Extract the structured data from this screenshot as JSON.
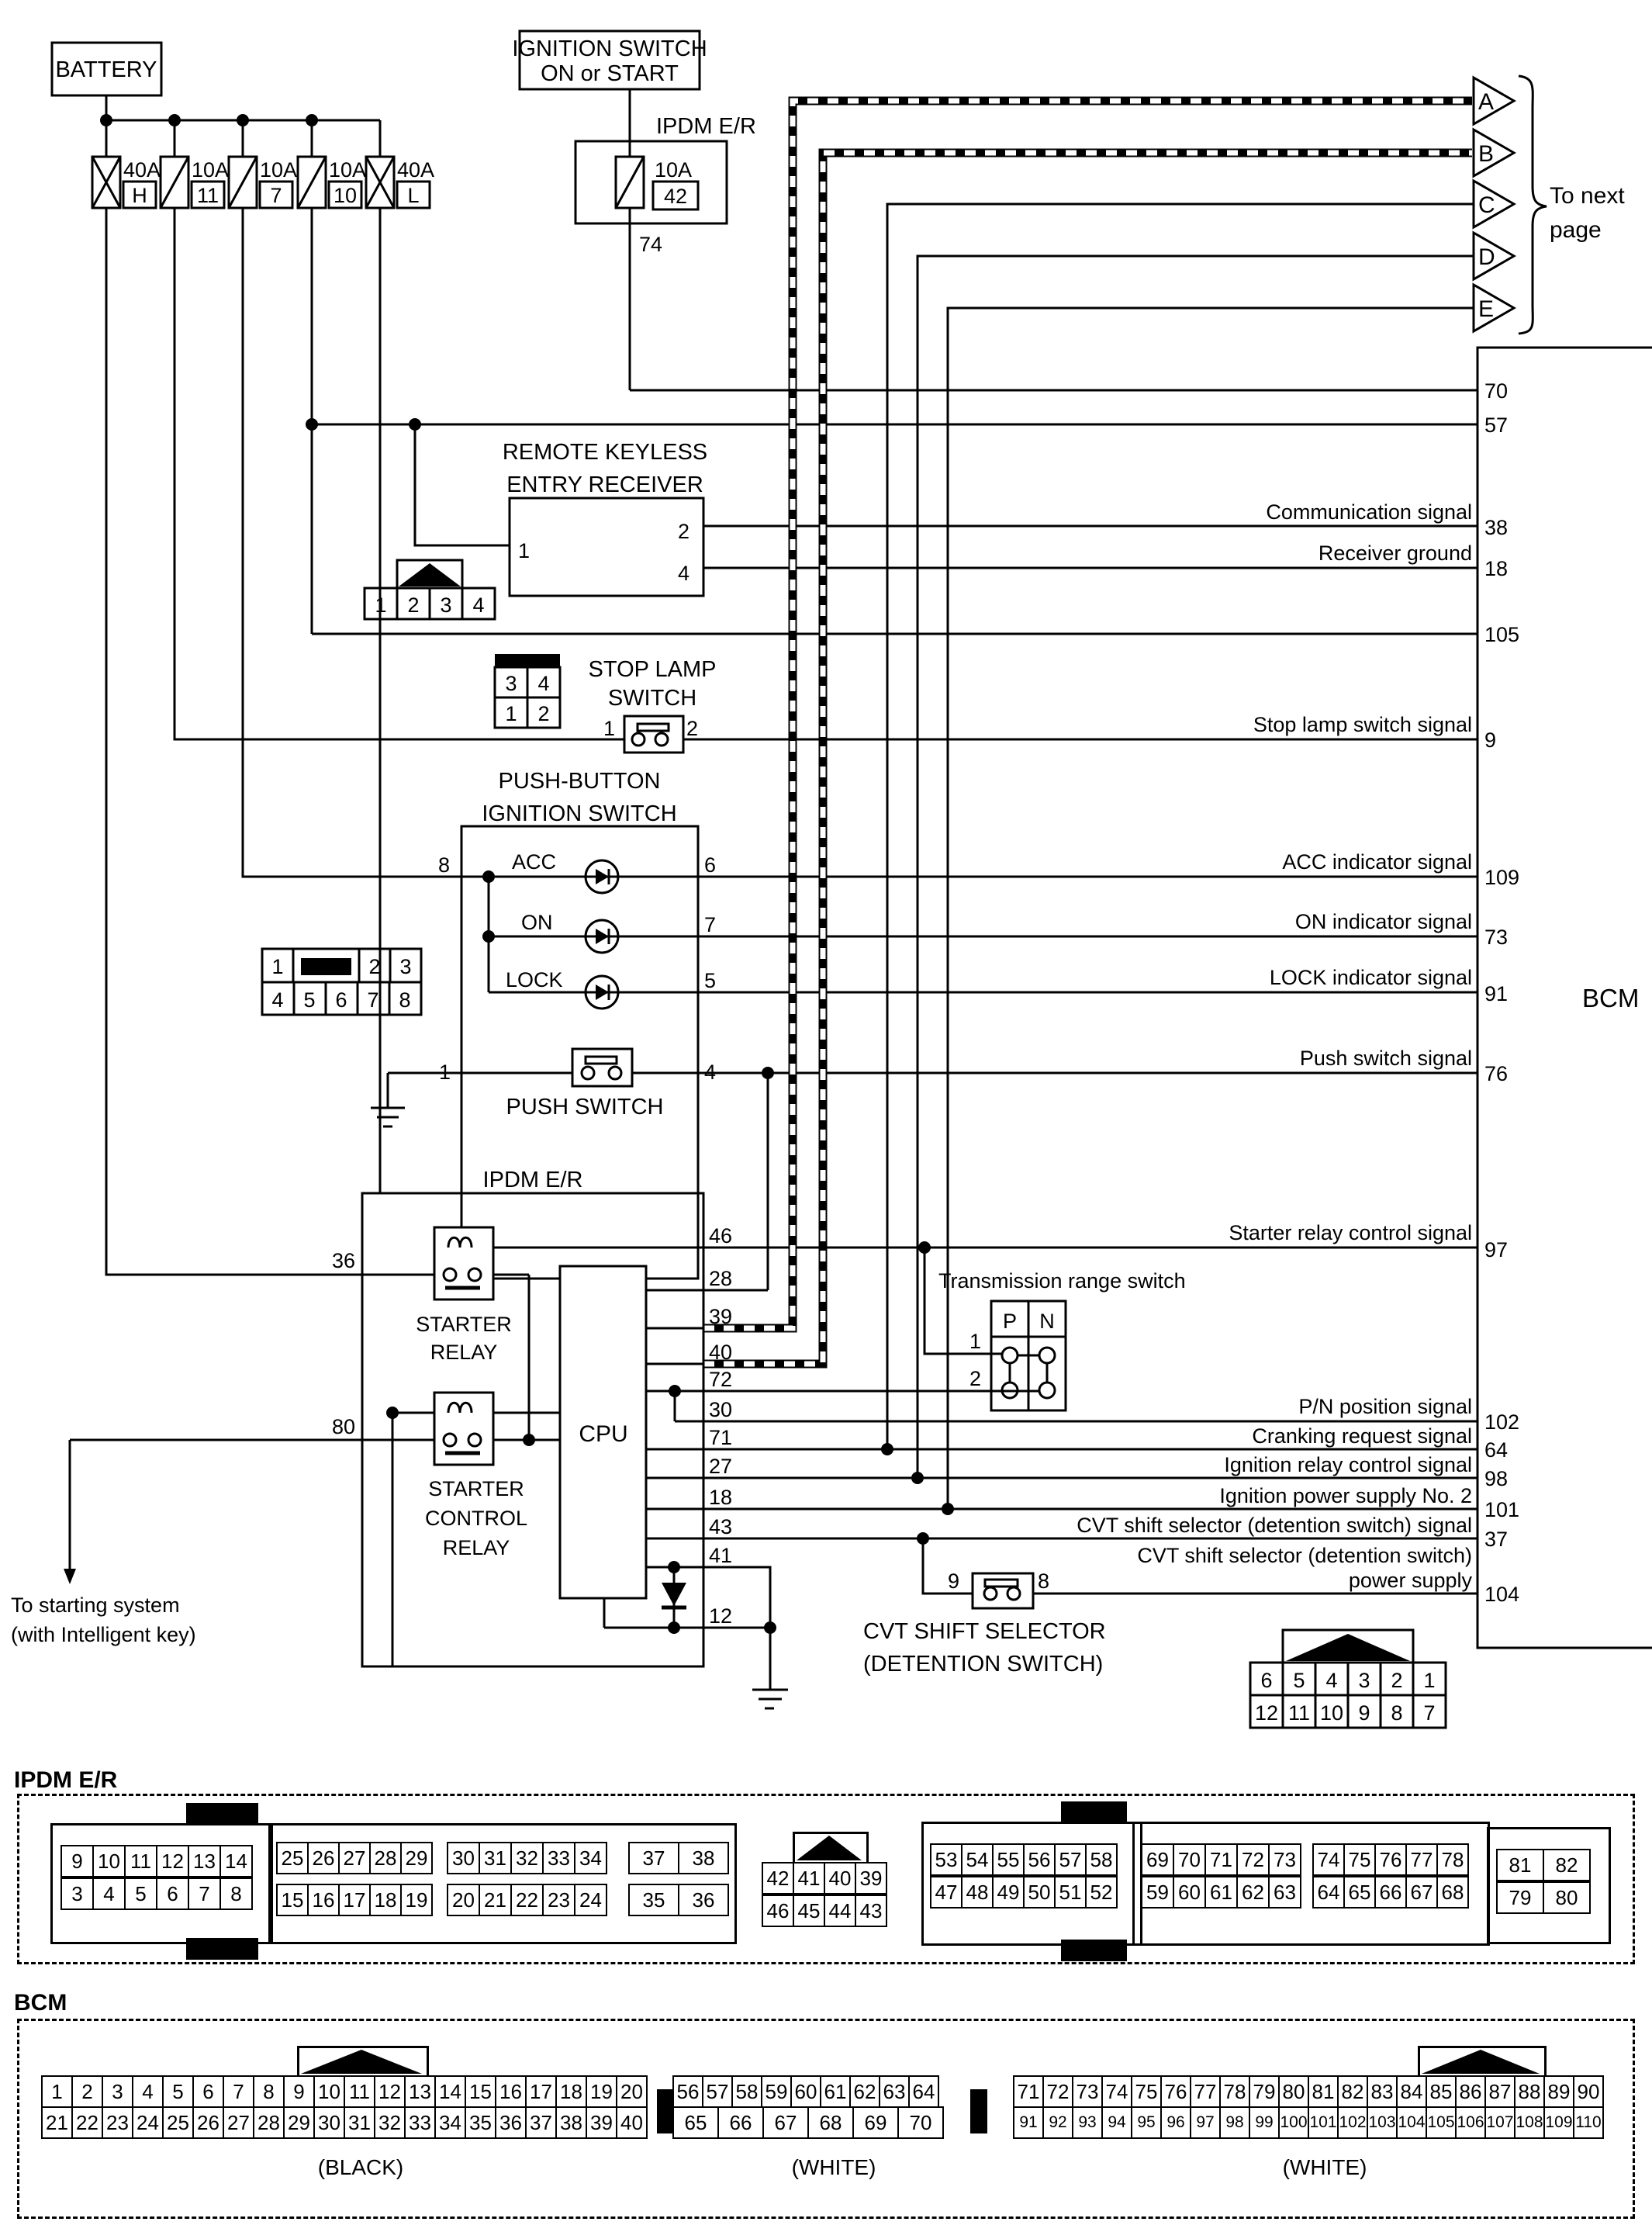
{
  "battery": {
    "label": "BATTERY"
  },
  "ignition_switch": {
    "line1": "IGNITION SWITCH",
    "line2": "ON or START"
  },
  "fuses": {
    "f1_rating": "40A",
    "f1_id": "H",
    "f2_rating": "10A",
    "f2_id": "11",
    "f3_rating": "10A",
    "f3_id": "7",
    "f4_rating": "10A",
    "f4_id": "10",
    "f5_rating": "40A",
    "f5_id": "L",
    "f42_rating": "10A",
    "f42_id": "42",
    "f42_pin": "74"
  },
  "ipdm_top": {
    "label": "IPDM E/R"
  },
  "to_next_page": {
    "line1": "To next",
    "line2": "page",
    "arrow_a": "A",
    "arrow_b": "B",
    "arrow_c": "C",
    "arrow_d": "D",
    "arrow_e": "E"
  },
  "receiver": {
    "title1": "REMOTE KEYLESS",
    "title2": "ENTRY RECEIVER",
    "pin1": "1",
    "pin2": "2",
    "pin4": "4",
    "legend": [
      "1",
      "2",
      "3",
      "4"
    ]
  },
  "stop_lamp": {
    "title1": "STOP LAMP",
    "title2": "SWITCH",
    "pin1": "1",
    "pin2": "2",
    "legend_r1": [
      "3",
      "4"
    ],
    "legend_r2": [
      "1",
      "2"
    ]
  },
  "pbis": {
    "title1": "PUSH-BUTTON",
    "title2": "IGNITION SWITCH",
    "acc": "ACC",
    "on": "ON",
    "lock": "LOCK",
    "push_switch": "PUSH SWITCH",
    "pin8": "8",
    "pin1": "1",
    "pin6": "6",
    "pin7": "7",
    "pin5": "5",
    "pin4": "4",
    "legend_r1": [
      "1",
      "2",
      "3"
    ],
    "legend_r2": [
      "4",
      "5",
      "6",
      "7",
      "8"
    ]
  },
  "ipdm_main": {
    "label": "IPDM E/R",
    "cpu": "CPU",
    "starter_relay1": "STARTER",
    "starter_relay2": "RELAY",
    "ctrl1": "STARTER",
    "ctrl2": "CONTROL",
    "ctrl3": "RELAY",
    "pin36": "36",
    "pin80": "80",
    "p46": "46",
    "p28": "28",
    "p39": "39",
    "p40": "40",
    "p72": "72",
    "p30": "30",
    "p71": "71",
    "p27": "27",
    "p18": "18",
    "p43": "43",
    "p41": "41",
    "p12": "12"
  },
  "trs": {
    "title": "Transmission range switch",
    "p": "P",
    "n": "N",
    "pin1": "1",
    "pin2": "2"
  },
  "cvt": {
    "title1": "CVT SHIFT SELECTOR",
    "title2": "(DETENTION SWITCH)",
    "pin9": "9",
    "pin8": "8",
    "legend_r1": [
      "6",
      "5",
      "4",
      "3",
      "2",
      "1"
    ],
    "legend_r2": [
      "12",
      "11",
      "10",
      "9",
      "8",
      "7"
    ]
  },
  "to_starting": {
    "line1": "To starting system",
    "line2": "(with Intelligent key)"
  },
  "bcm": {
    "label": "BCM",
    "p70": "70",
    "p57": "57",
    "p38": "38",
    "p18": "18",
    "p105": "105",
    "p9": "9",
    "p109": "109",
    "p73": "73",
    "p91": "91",
    "p76": "76",
    "p97": "97",
    "p102": "102",
    "p64": "64",
    "p98": "98",
    "p101": "101",
    "p37": "37",
    "p104": "104",
    "s38": "Communication signal",
    "s18": "Receiver ground",
    "s9": "Stop lamp switch signal",
    "s109": "ACC indicator signal",
    "s73": "ON indicator signal",
    "s91": "LOCK indicator signal",
    "s76": "Push switch signal",
    "s97": "Starter relay control signal",
    "s102": "P/N position signal",
    "s64": "Cranking request signal",
    "s98": "Ignition relay control signal",
    "s101": "Ignition power supply No. 2",
    "s37": "CVT shift selector (detention switch) signal",
    "s104a": "CVT shift selector (detention switch)",
    "s104b": "power supply"
  },
  "footer_ipdm": {
    "label": "IPDM E/R",
    "c1r1": [
      "9",
      "10",
      "11",
      "12",
      "13",
      "14"
    ],
    "c1r2": [
      "3",
      "4",
      "5",
      "6",
      "7",
      "8"
    ],
    "c2r1a": [
      "25",
      "26",
      "27",
      "28",
      "29"
    ],
    "c2r1b": [
      "30",
      "31",
      "32",
      "33",
      "34"
    ],
    "c2r2a": [
      "15",
      "16",
      "17",
      "18",
      "19"
    ],
    "c2r2b": [
      "20",
      "21",
      "22",
      "23",
      "24"
    ],
    "c3r1": [
      "37",
      "38"
    ],
    "c3r2": [
      "35",
      "36"
    ],
    "c4r1": [
      "42",
      "41",
      "40",
      "39"
    ],
    "c4r2": [
      "46",
      "45",
      "44",
      "43"
    ],
    "c5r1": [
      "53",
      "54",
      "55",
      "56",
      "57",
      "58"
    ],
    "c5r2": [
      "47",
      "48",
      "49",
      "50",
      "51",
      "52"
    ],
    "c6r1a": [
      "69",
      "70",
      "71",
      "72",
      "73"
    ],
    "c6r1b": [
      "74",
      "75",
      "76",
      "77",
      "78"
    ],
    "c6r2a": [
      "59",
      "60",
      "61",
      "62",
      "63"
    ],
    "c6r2b": [
      "64",
      "65",
      "66",
      "67",
      "68"
    ],
    "c7r1": [
      "81",
      "82"
    ],
    "c7r2": [
      "79",
      "80"
    ]
  },
  "footer_bcm": {
    "label": "BCM",
    "black_caption": "(BLACK)",
    "white1_caption": "(WHITE)",
    "white2_caption": "(WHITE)",
    "b_r1": [
      "1",
      "2",
      "3",
      "4",
      "5",
      "6",
      "7",
      "8",
      "9",
      "10",
      "11",
      "12",
      "13",
      "14",
      "15",
      "16",
      "17",
      "18",
      "19",
      "20"
    ],
    "b_r2": [
      "21",
      "22",
      "23",
      "24",
      "25",
      "26",
      "27",
      "28",
      "29",
      "30",
      "31",
      "32",
      "33",
      "34",
      "35",
      "36",
      "37",
      "38",
      "39",
      "40"
    ],
    "w1_r1": [
      "56",
      "57",
      "58",
      "59",
      "60",
      "61",
      "62",
      "63",
      "64"
    ],
    "w1_r2": [
      "65",
      "66",
      "67",
      "68",
      "69",
      "70"
    ],
    "w2_r1": [
      "71",
      "72",
      "73",
      "74",
      "75",
      "76",
      "77",
      "78",
      "79",
      "80",
      "81",
      "82",
      "83",
      "84",
      "85",
      "86",
      "87",
      "88",
      "89",
      "90"
    ],
    "w2_r2": [
      "91",
      "92",
      "93",
      "94",
      "95",
      "96",
      "97",
      "98",
      "99",
      "100",
      "101",
      "102",
      "103",
      "104",
      "105",
      "106",
      "107",
      "108",
      "109",
      "110"
    ]
  }
}
